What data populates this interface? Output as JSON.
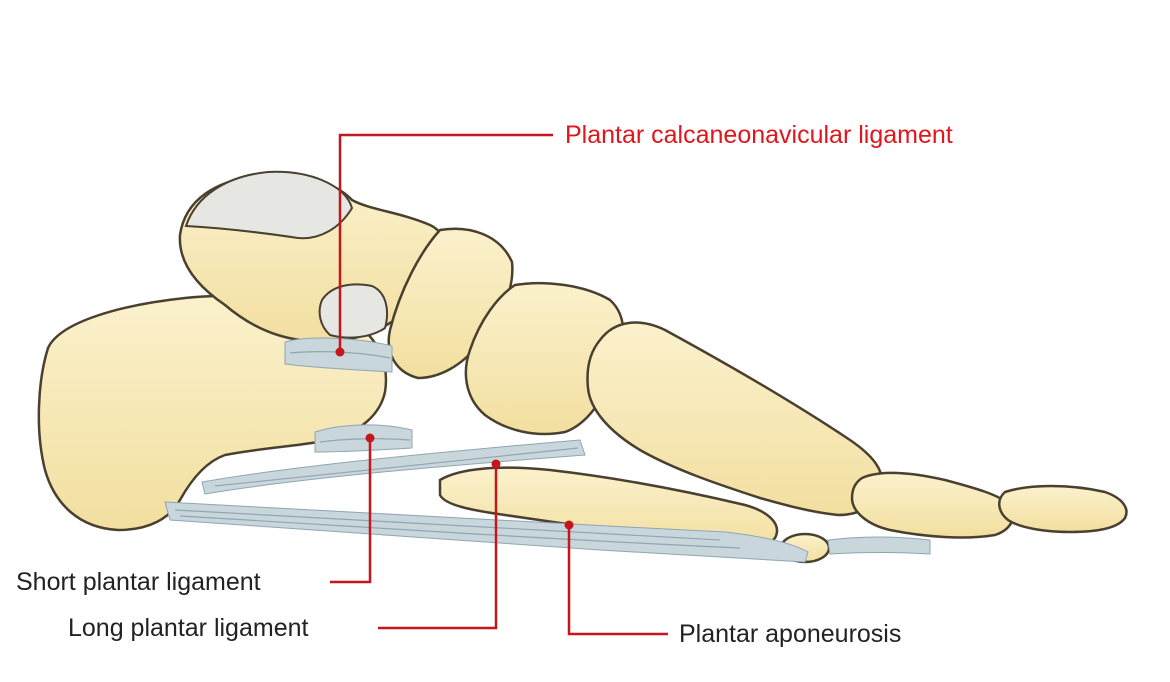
{
  "colors": {
    "bone_fill": "#f2dfa0",
    "bone_highlight": "#fbf1cc",
    "bone_outline": "#4a4030",
    "bone_shadow": "#d4b66a",
    "cartilage": "#e6e6e2",
    "ligament": "#c9d6dc",
    "ligament_stripe": "#8fa6b3",
    "leader_line": "#c4161c",
    "highlight_label": "#e0161c",
    "label_text": "#222222"
  },
  "labels": {
    "plantar_calcaneonavicular": "Plantar calcaneonavicular ligament",
    "short_plantar": "Short plantar ligament",
    "long_plantar": "Long plantar ligament",
    "plantar_aponeurosis": "Plantar aponeurosis"
  }
}
